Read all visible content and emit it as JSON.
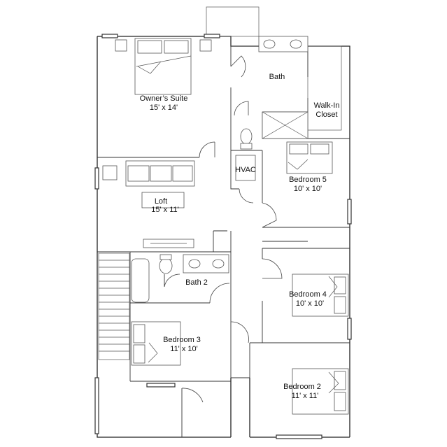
{
  "rooms": {
    "owners_suite": {
      "name": "Owner’s Suite",
      "size": "15' x 14'"
    },
    "bath": {
      "name": "Bath"
    },
    "walk_in_closet": {
      "line1": "Walk-In",
      "line2": "Closet"
    },
    "hvac": {
      "name": "HVAC"
    },
    "bedroom5": {
      "name": "Bedroom 5",
      "size": "10' x 10'"
    },
    "loft": {
      "name": "Loft",
      "size": "15' x 11'"
    },
    "bath2": {
      "name": "Bath 2"
    },
    "bedroom4": {
      "name": "Bedroom 4",
      "size": "10' x 10'"
    },
    "bedroom3": {
      "name": "Bedroom 3",
      "size": "11' x 10'"
    },
    "bedroom2": {
      "name": "Bedroom 2",
      "size": "11' x 11'"
    }
  },
  "colors": {
    "wall": "#222222",
    "fixture": "#555555",
    "background": "#ffffff"
  }
}
